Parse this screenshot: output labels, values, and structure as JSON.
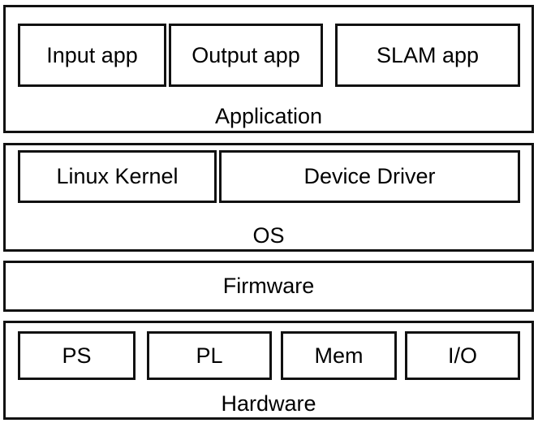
{
  "layers": {
    "application": {
      "label": "Application",
      "components": [
        "Input app",
        "Output app",
        "SLAM app"
      ]
    },
    "os": {
      "label": "OS",
      "components": [
        "Linux Kernel",
        "Device Driver"
      ]
    },
    "firmware": {
      "label": "Firmware"
    },
    "hardware": {
      "label": "Hardware",
      "components": [
        "PS",
        "PL",
        "Mem",
        "I/O"
      ]
    }
  }
}
